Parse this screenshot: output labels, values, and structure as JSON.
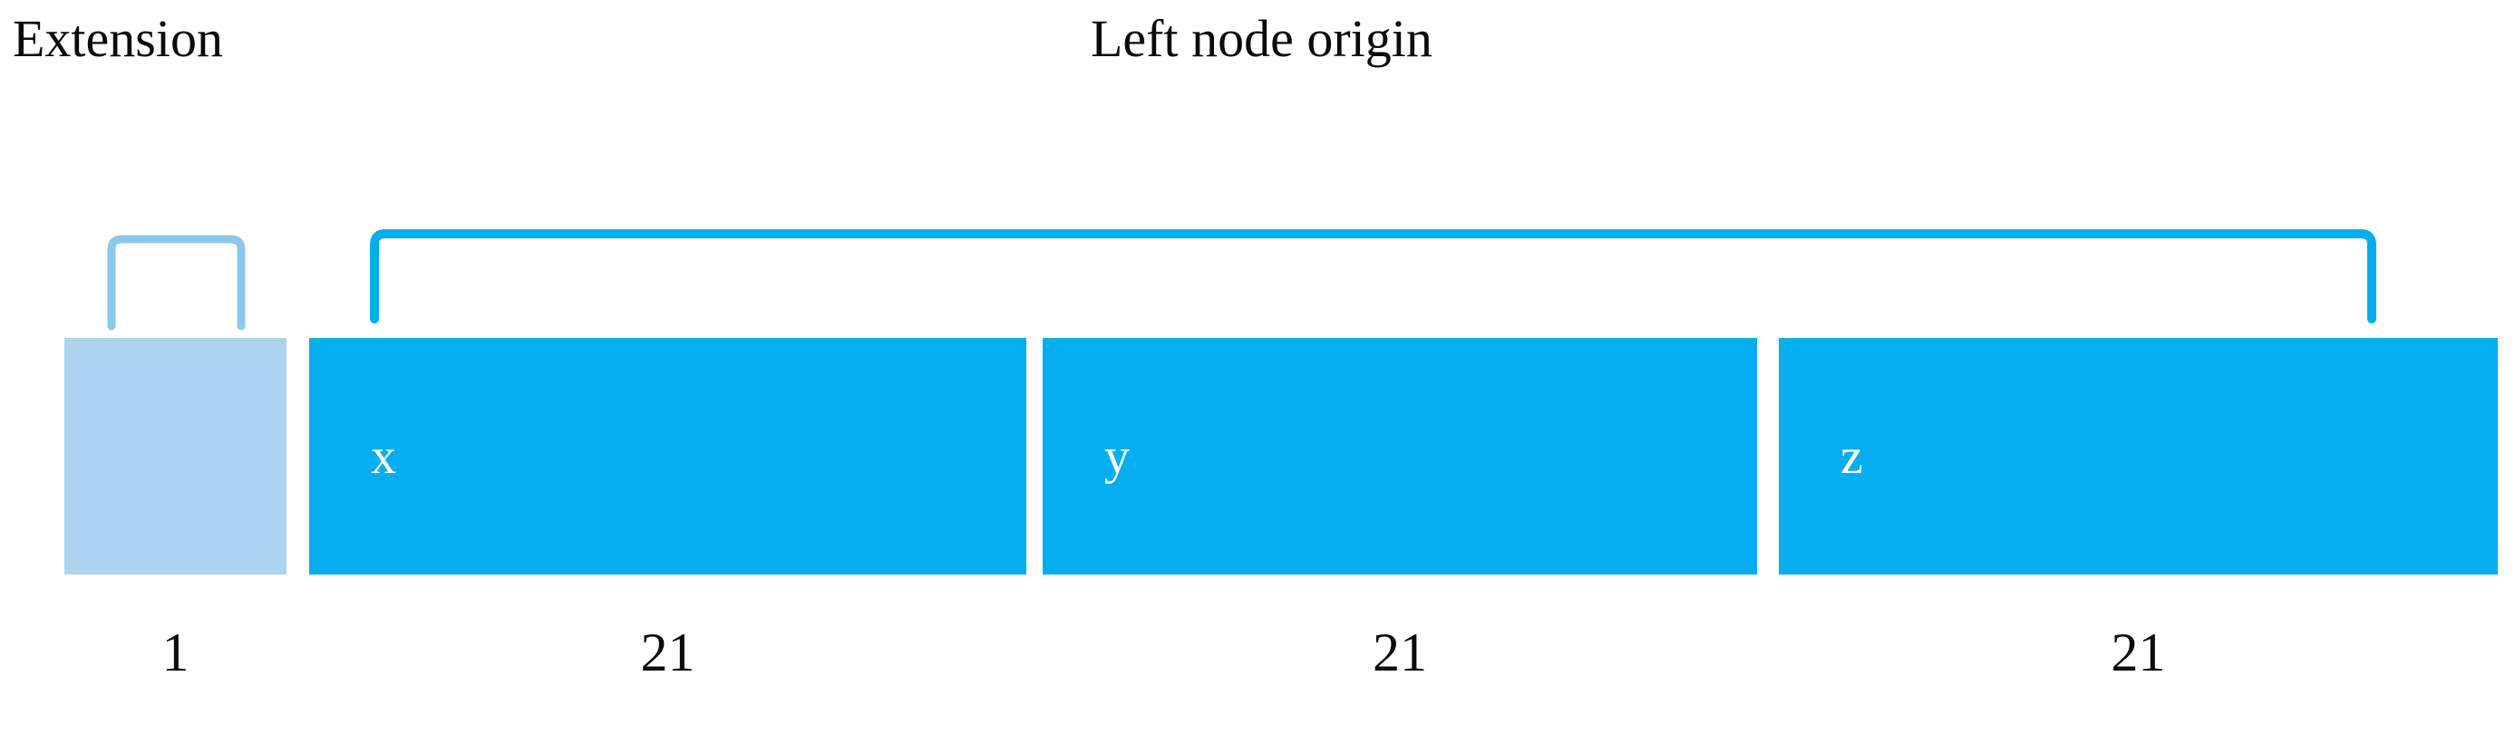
{
  "diagram": {
    "title_labels": [
      {
        "id": "extension",
        "text": "Extension"
      },
      {
        "id": "left_node_origin",
        "text": "Left node origin"
      }
    ],
    "colors": {
      "extension_fill": "#ADD3EF",
      "segment_fill": "#03ADEE",
      "extension_bracket_stroke": "#8CC8EC",
      "origin_bracket_stroke": "#03ADEE",
      "segment_text": "#FFFFFF",
      "label_text": "#0B0B0B",
      "background": "#FFFFFF"
    },
    "brackets": [
      {
        "id": "extension-bracket",
        "spans": "extension",
        "label": "Extension"
      },
      {
        "id": "left-node-origin-bracket",
        "spans": "x,y,z",
        "label": "Left node origin"
      }
    ],
    "segments": [
      {
        "id": "extension",
        "label": "",
        "size": "1",
        "kind": "extension"
      },
      {
        "id": "x",
        "label": "x",
        "size": "21",
        "kind": "node"
      },
      {
        "id": "y",
        "label": "y",
        "size": "21",
        "kind": "node"
      },
      {
        "id": "z",
        "label": "z",
        "size": "21",
        "kind": "node"
      }
    ]
  }
}
